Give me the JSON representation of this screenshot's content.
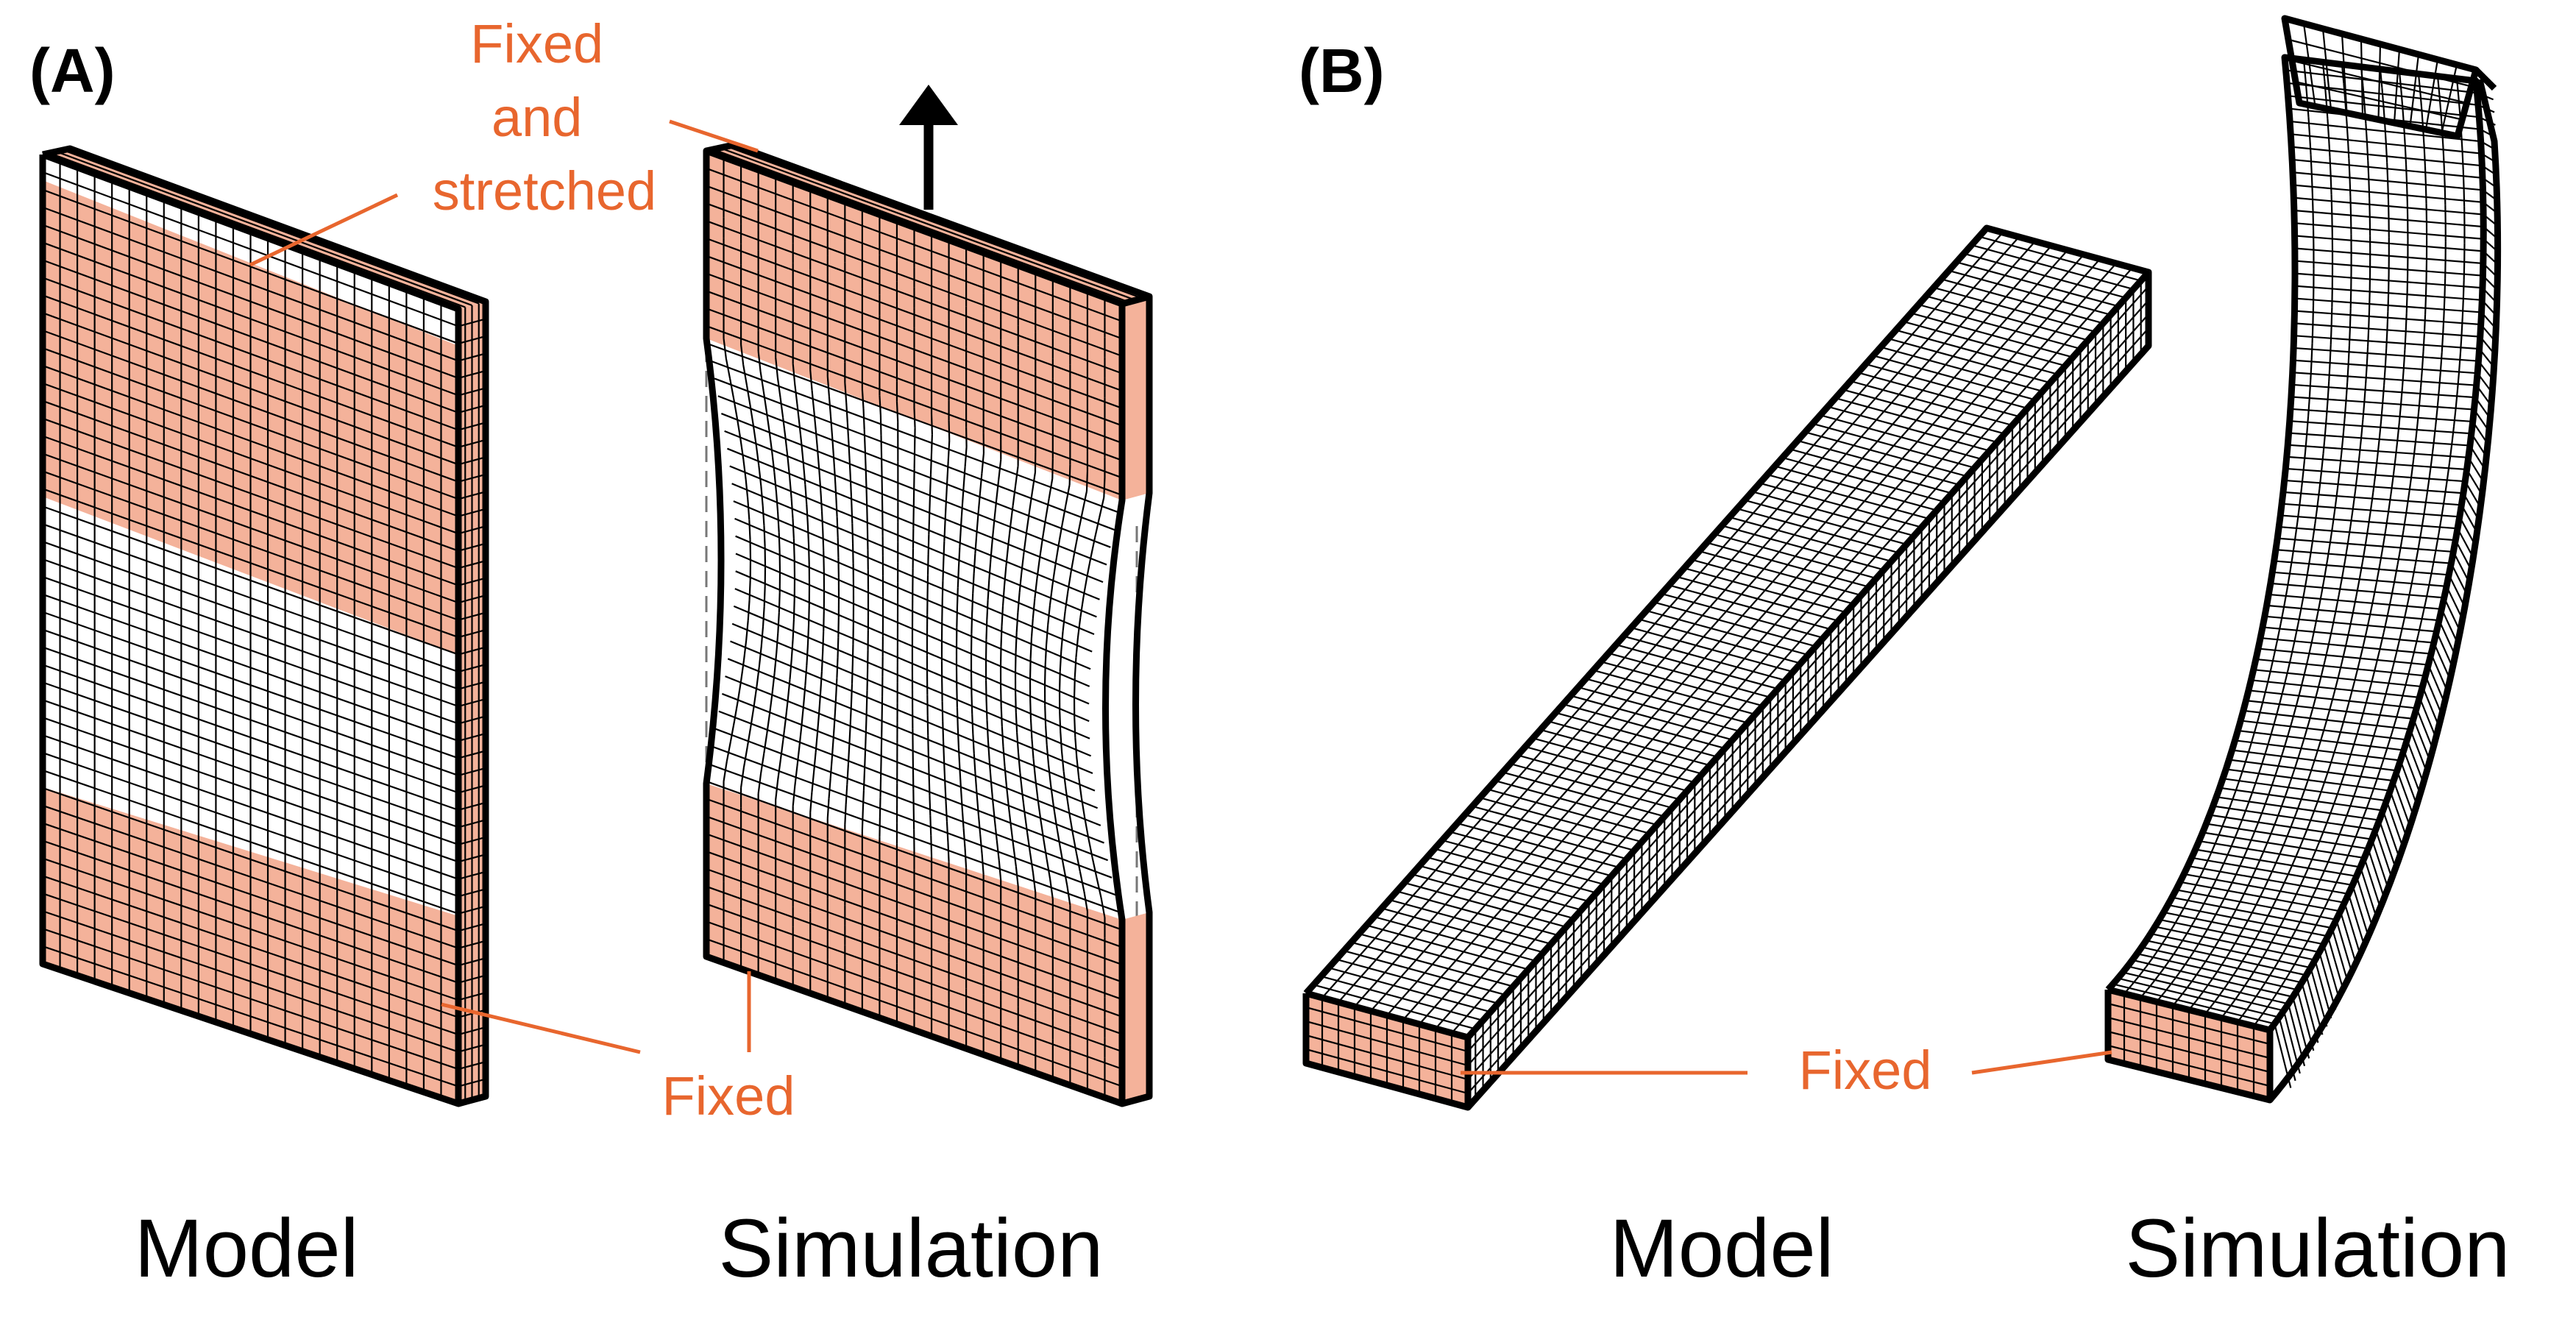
{
  "panels": [
    {
      "label": "(A)",
      "captions": [
        "Model",
        "Simulation"
      ],
      "annotations": [
        "Fixed and stretched",
        "Fixed"
      ],
      "annotation_lines": [
        "Fixed",
        "and",
        "stretched"
      ]
    },
    {
      "label": "(B)",
      "captions": [
        "Model",
        "Simulation"
      ],
      "annotations": [
        "Fixed"
      ]
    }
  ],
  "colors": {
    "fixed_fill": "#f4b29a",
    "annotation": "#e8662e",
    "mesh": "#000000",
    "background": "#ffffff"
  }
}
